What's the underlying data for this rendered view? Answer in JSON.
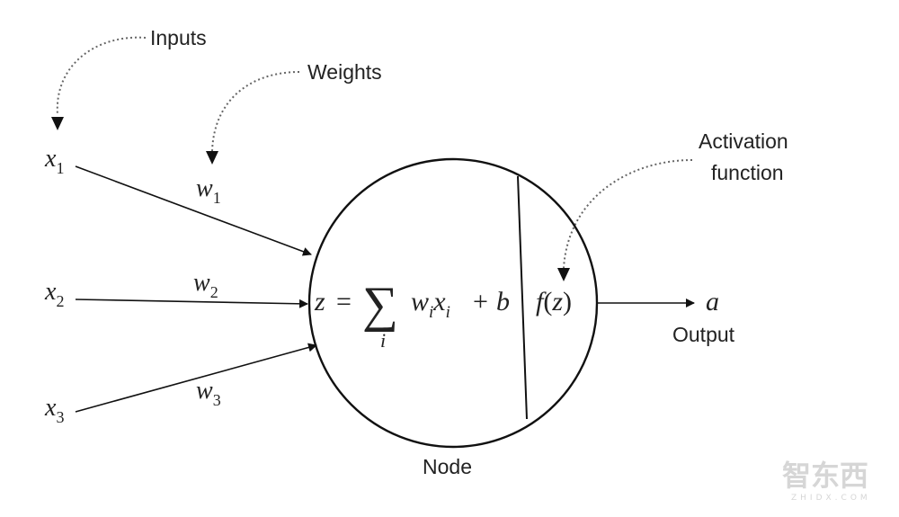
{
  "labels": {
    "inputs": "Inputs",
    "weights": "Weights",
    "activation_line1": "Activation",
    "activation_line2": "function",
    "output": "Output",
    "node": "Node"
  },
  "inputs": [
    {
      "var": "x",
      "sub": "1"
    },
    {
      "var": "x",
      "sub": "2"
    },
    {
      "var": "x",
      "sub": "3"
    }
  ],
  "weights": [
    {
      "var": "w",
      "sub": "1"
    },
    {
      "var": "w",
      "sub": "2"
    },
    {
      "var": "w",
      "sub": "3"
    }
  ],
  "formula": {
    "lhs": "z",
    "equals": "=",
    "sigma": "∑",
    "index": "i",
    "w": "w",
    "w_sub": "i",
    "x": "x",
    "x_sub": "i",
    "plus": "+",
    "bias": "b"
  },
  "activation_expr": {
    "f": "f",
    "open": "(",
    "arg": "z",
    "close": ")"
  },
  "output_var": "a",
  "watermark": {
    "logo": "智东西",
    "tagline": "ZHIDX.COM"
  }
}
